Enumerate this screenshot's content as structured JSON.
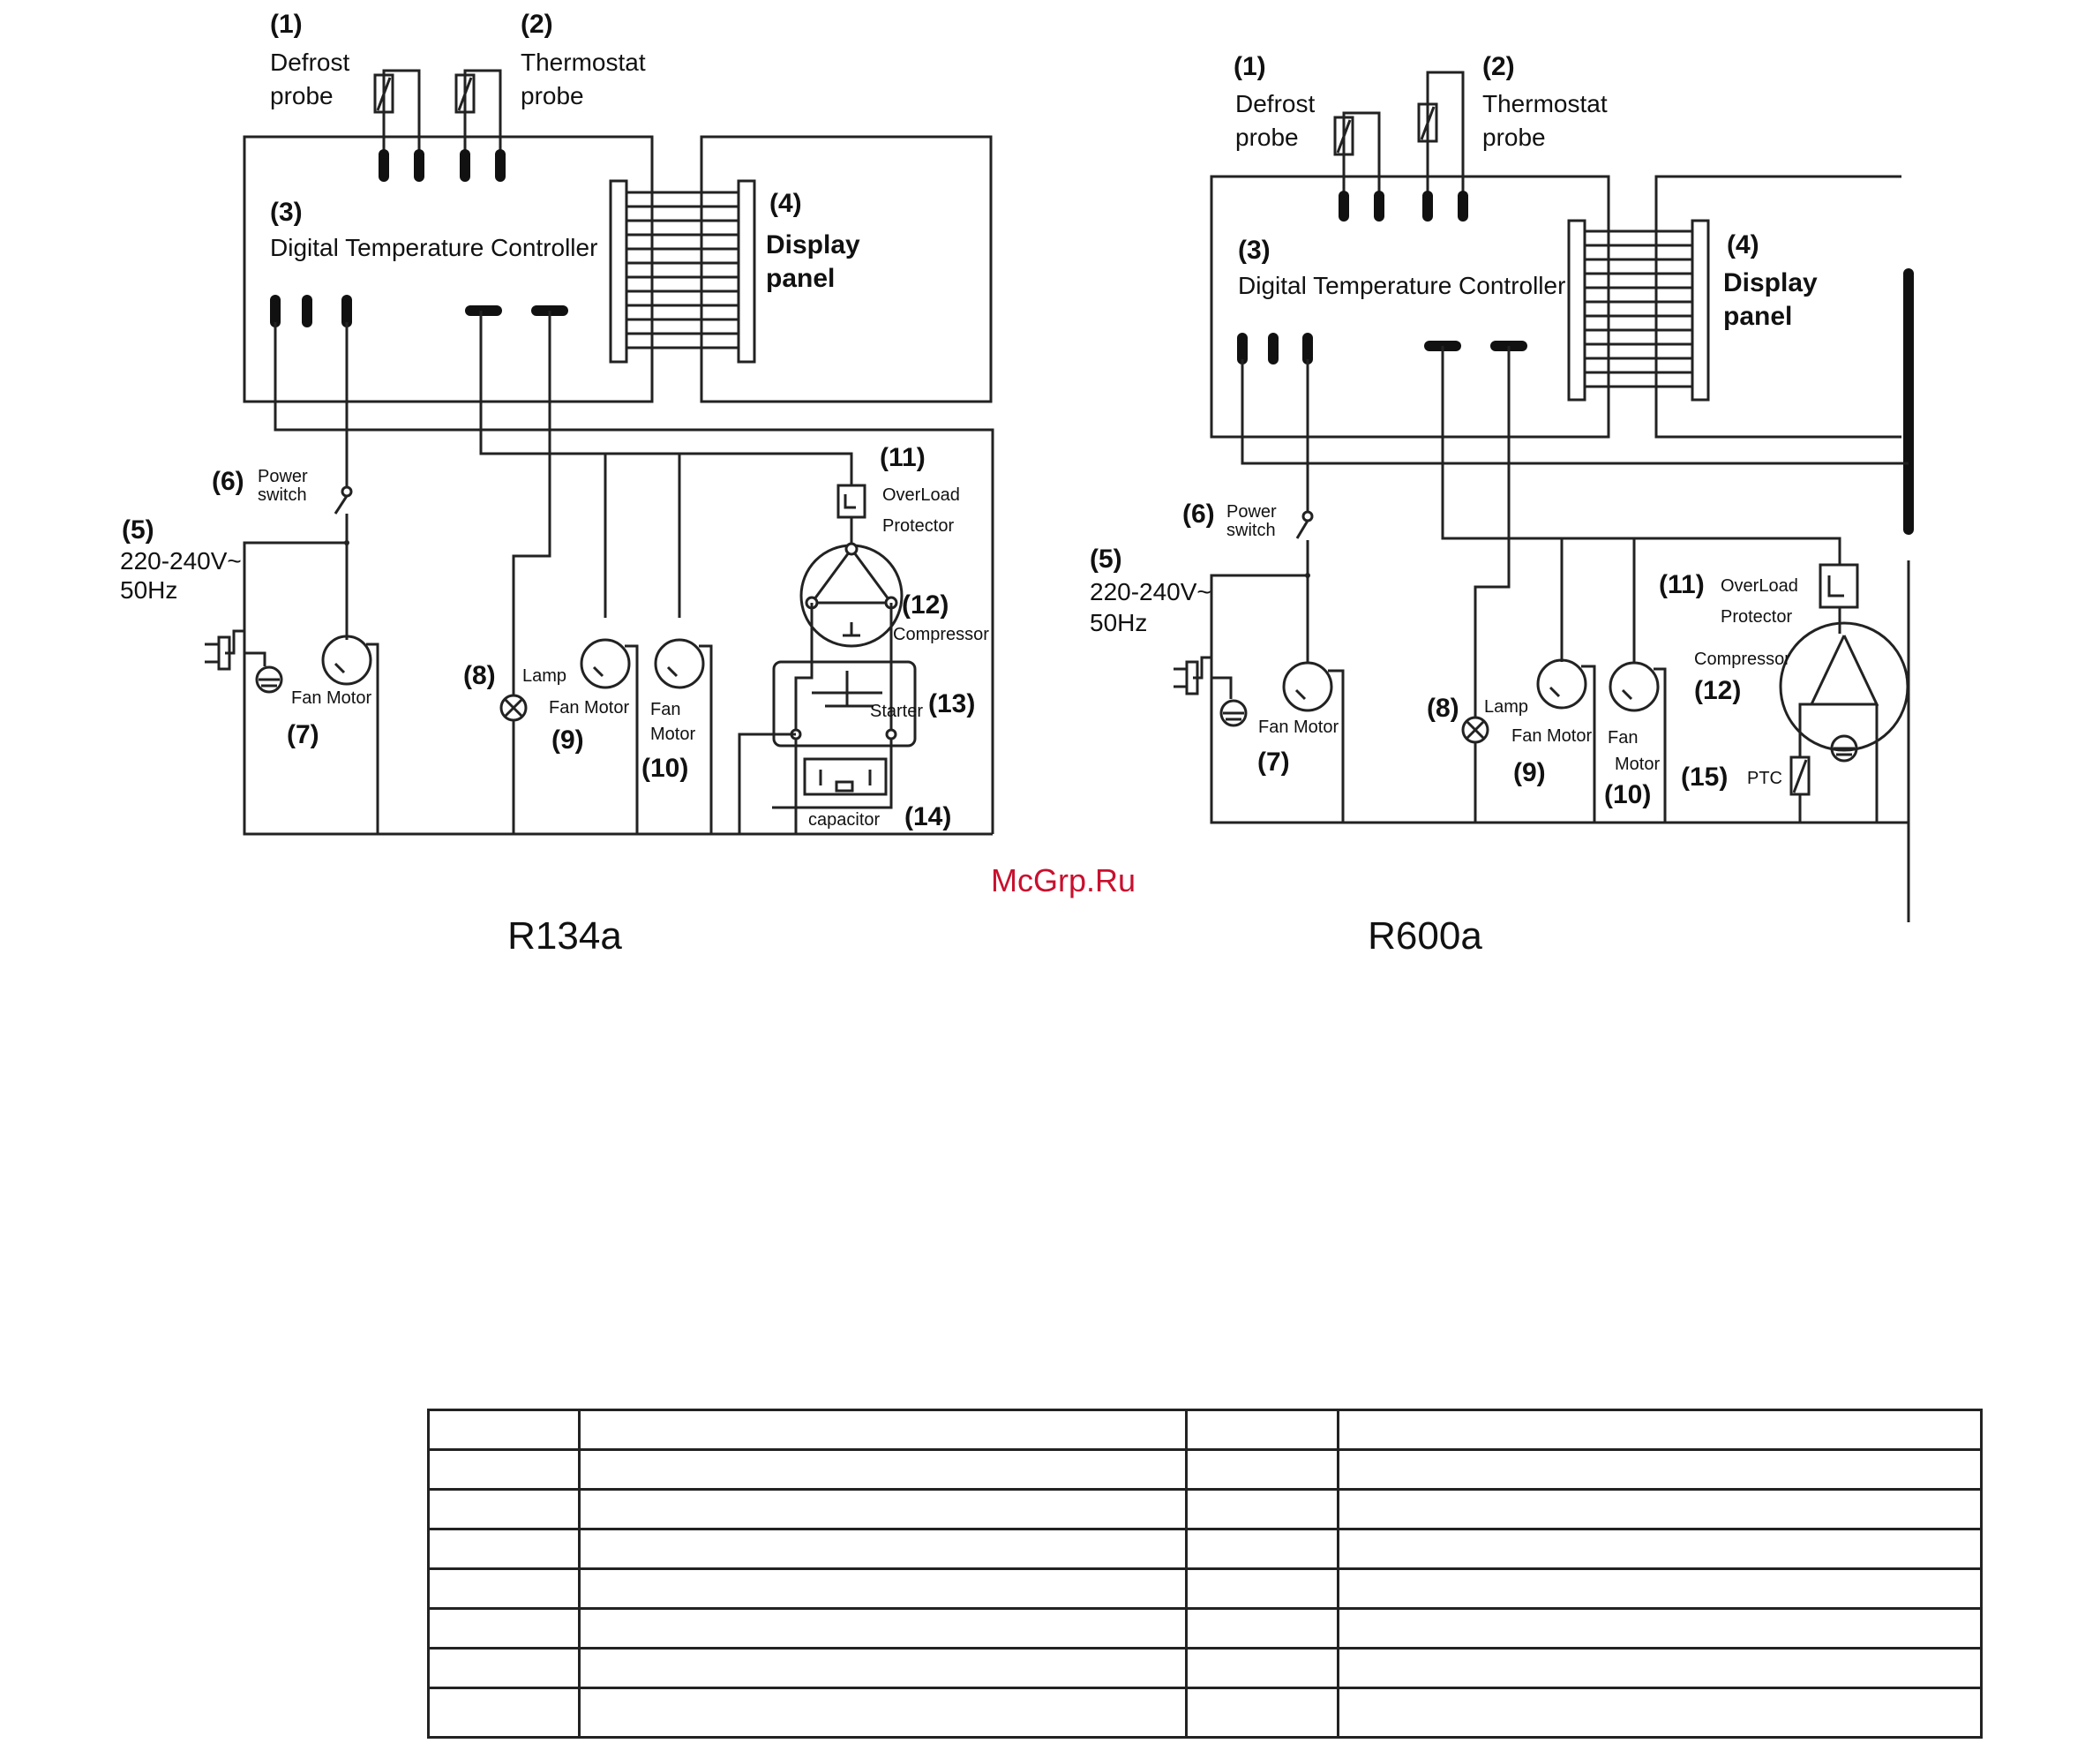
{
  "watermark": "McGrp.Ru",
  "diagrams": [
    {
      "title": "R134a",
      "labels": {
        "defrost_num": "(1)",
        "defrost_1": "Defrost",
        "defrost_2": "probe",
        "thermo_num": "(2)",
        "thermo_1": "Thermostat",
        "thermo_2": "probe",
        "ctrl_num": "(3)",
        "ctrl": "Digital Temperature Controller",
        "display_num": "(4)",
        "display_1": "Display",
        "display_2": "panel",
        "power_num": "(5)",
        "power_1": "220-240V~",
        "power_2": "50Hz",
        "switch_num": "(6)",
        "switch_1": "Power",
        "switch_2": "switch",
        "fan7": "Fan Motor",
        "fan7_num": "(7)",
        "lamp_num": "(8)",
        "lamp": "Lamp",
        "fan9": "Fan Motor",
        "fan9_num": "(9)",
        "fan10_1": "Fan",
        "fan10_2": "Motor",
        "fan10_num": "(10)",
        "olp_num": "(11)",
        "olp_1": "OverLoad",
        "olp_2": "Protector",
        "comp_num": "(12)",
        "comp": "Compressor",
        "starter": "Starter",
        "starter_num": "(13)",
        "cap": "capacitor",
        "cap_num": "(14)"
      }
    },
    {
      "title": "R600a",
      "labels": {
        "defrost_num": "(1)",
        "defrost_1": "Defrost",
        "defrost_2": "probe",
        "thermo_num": "(2)",
        "thermo_1": "Thermostat",
        "thermo_2": "probe",
        "ctrl_num": "(3)",
        "ctrl": "Digital Temperature Controller",
        "display_num": "(4)",
        "display_1": "Display",
        "display_2": "panel",
        "power_num": "(5)",
        "power_1": "220-240V~",
        "power_2": "50Hz",
        "switch_num": "(6)",
        "switch_1": "Power",
        "switch_2": "switch",
        "fan7": "Fan Motor",
        "fan7_num": "(7)",
        "lamp_num": "(8)",
        "lamp": "Lamp",
        "fan9": "Fan Motor",
        "fan9_num": "(9)",
        "fan10_1": "Fan",
        "fan10_2": "Motor",
        "fan10_num": "(10)",
        "olp_num": "(11)",
        "olp_1": "OverLoad",
        "olp_2": "Protector",
        "comp_num": "(12)",
        "comp": "Compressor",
        "ptc_num": "(15)",
        "ptc": "PTC"
      }
    }
  ],
  "table": {
    "rows": [
      [
        "",
        "",
        "",
        ""
      ],
      [
        "",
        "",
        "",
        ""
      ],
      [
        "",
        "",
        "",
        ""
      ],
      [
        "",
        "",
        "",
        ""
      ],
      [
        "",
        "",
        "",
        ""
      ],
      [
        "",
        "",
        "",
        ""
      ],
      [
        "",
        "",
        "",
        ""
      ],
      [
        "",
        "",
        "",
        ""
      ]
    ]
  }
}
